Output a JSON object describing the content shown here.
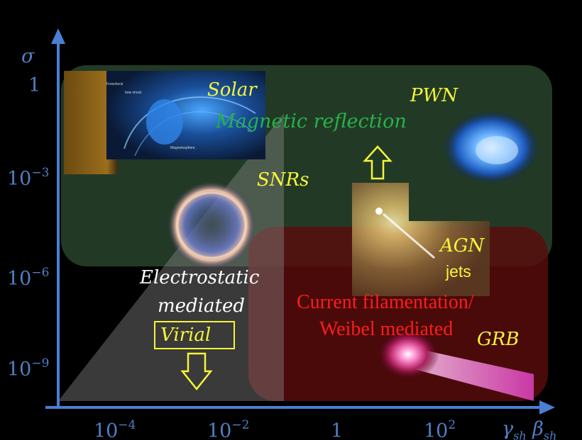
{
  "axes": {
    "y_symbol": "σ",
    "x_symbol_main": "γ",
    "x_symbol_sub": "sh",
    "x_symbol_main2": "β",
    "x_symbol_sub2": "sh",
    "y_ticks": [
      {
        "base": "1",
        "exp": ""
      },
      {
        "base": "10",
        "exp": "−3"
      },
      {
        "base": "10",
        "exp": "−6"
      },
      {
        "base": "10",
        "exp": "−9"
      }
    ],
    "x_ticks": [
      {
        "base": "10",
        "exp": "−4"
      },
      {
        "base": "10",
        "exp": "−2"
      },
      {
        "base": "1",
        "exp": ""
      },
      {
        "base": "10",
        "exp": "2"
      }
    ]
  },
  "labels": {
    "solar": "Solar",
    "pwn": "PWN",
    "magnetic_reflection": "Magnetic reflection",
    "snrs": "SNRs",
    "agn": "AGN",
    "jets": "jets",
    "electrostatic": "Electrostatic",
    "mediated": "mediated",
    "virial": "Virial",
    "current_filamentation": "Current filamentation/",
    "weibel_mediated": "Weibel mediated",
    "grb": "GRB"
  },
  "solar_image_text": {
    "foreshock": "Foreshock",
    "bow_shock": "bow shock",
    "magnetosphere": "Magnetosphere"
  },
  "colors": {
    "axis": "#4a7fd4",
    "magnetic_region": "#25402a",
    "weibel_region": "#4e0a0a",
    "yellow_text": "#f5f53a",
    "green_text": "#28b24a",
    "red_text": "#ff1c1c"
  }
}
